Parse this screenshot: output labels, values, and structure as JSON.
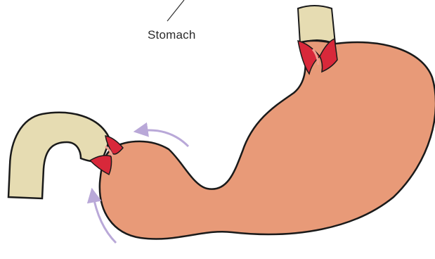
{
  "labels": {
    "stomach": "Stomach"
  },
  "colors": {
    "stomach_fill": "#e89a78",
    "stomach_outline": "#1a1a1a",
    "sphincter_red": "#d8283a",
    "sphincter_highlight": "#f0a090",
    "duodenum_fill": "#e6dcb2",
    "esophagus_fill": "#e6dcb2",
    "arrow_color": "#b9a8d8",
    "leader_line": "#333333"
  },
  "icons": {
    "arrow_top": "curved-arrow",
    "arrow_bottom": "curved-arrow"
  }
}
